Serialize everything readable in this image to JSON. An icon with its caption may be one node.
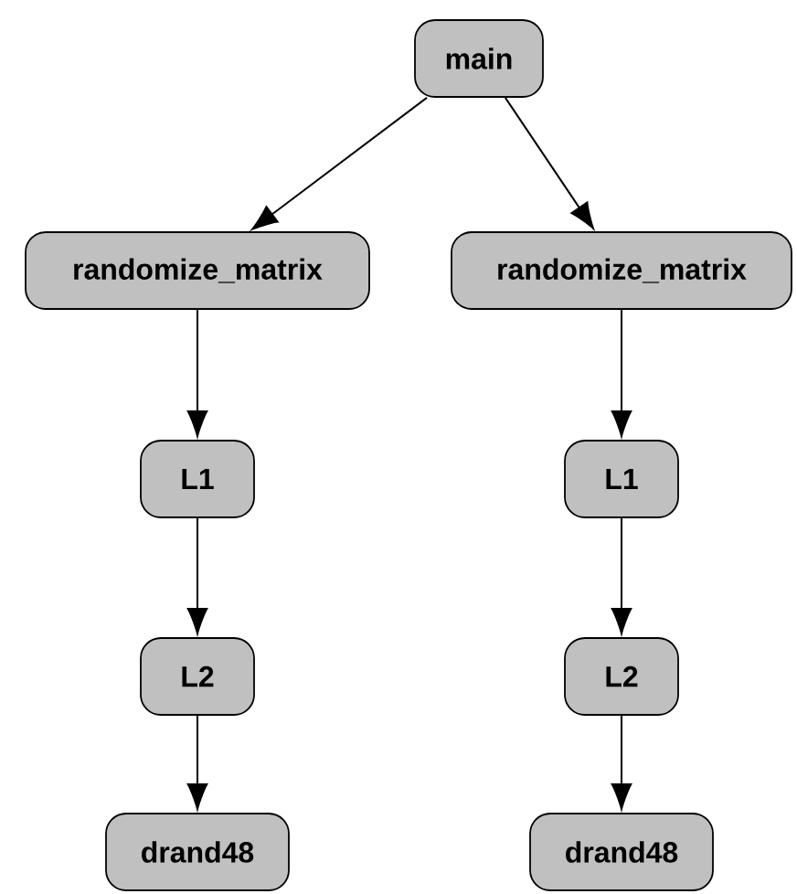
{
  "diagram": {
    "nodes": [
      {
        "text": [
          "main"
        ]
      },
      {
        "text": [
          "randomize_matrix"
        ]
      },
      {
        "text": [
          "randomize_matrix"
        ]
      },
      {
        "text": [
          "L1"
        ]
      },
      {
        "text": [
          "L1"
        ]
      },
      {
        "text": [
          "L2"
        ]
      },
      {
        "text": [
          "L2"
        ]
      },
      {
        "text": [
          "drand48"
        ]
      },
      {
        "text": [
          "drand48"
        ]
      }
    ],
    "edges": [
      {
        "from": 0,
        "to": 1,
        "arrow": "to"
      },
      {
        "from": 0,
        "to": 2,
        "arrow": "to"
      },
      {
        "from": 1,
        "to": 3,
        "arrow": "to"
      },
      {
        "from": 2,
        "to": 4,
        "arrow": "to"
      },
      {
        "from": 3,
        "to": 5,
        "arrow": "to"
      },
      {
        "from": 4,
        "to": 6,
        "arrow": "to"
      },
      {
        "from": 5,
        "to": 7,
        "arrow": "to"
      },
      {
        "from": 6,
        "to": 8,
        "arrow": "to"
      }
    ]
  }
}
